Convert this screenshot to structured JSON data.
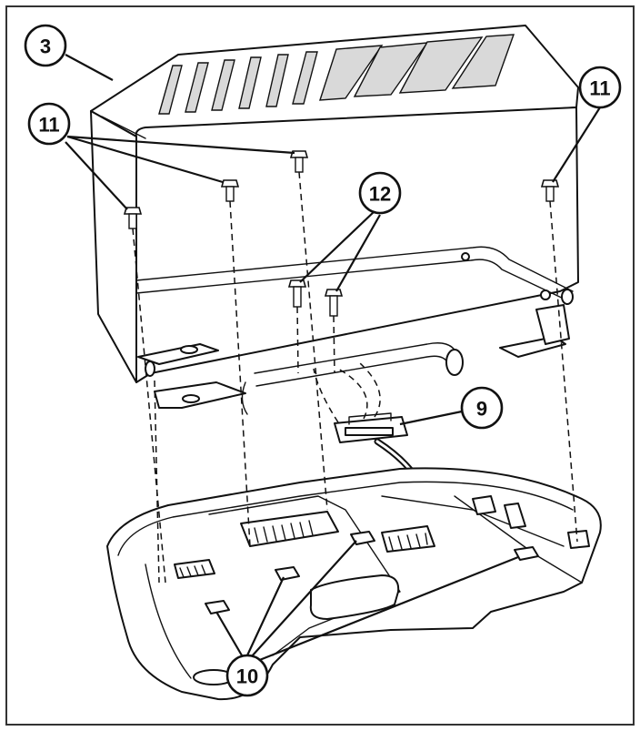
{
  "callouts": {
    "cover": "3",
    "bolts_left": "11",
    "bolts_right": "11",
    "bolts_center": "12",
    "connector": "9",
    "clips": "10"
  },
  "colors": {
    "line": "#111111",
    "border": "#333333",
    "background": "#ffffff"
  }
}
